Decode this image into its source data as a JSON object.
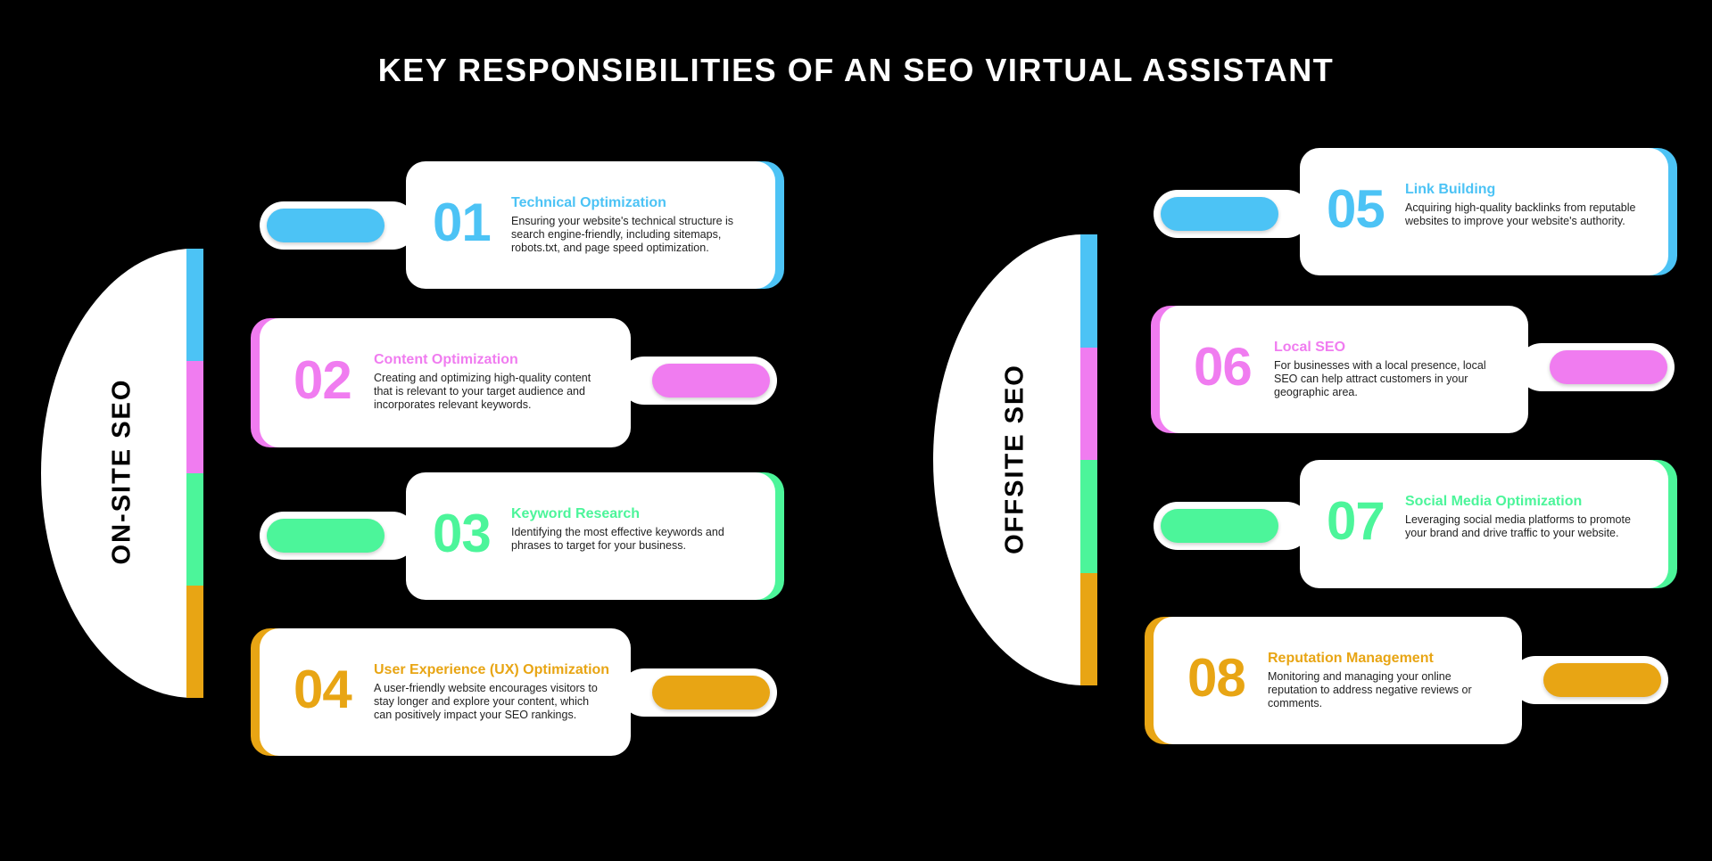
{
  "title": "KEY RESPONSIBILITIES OF AN SEO VIRTUAL ASSISTANT",
  "colors": {
    "blue": "#4cc3f5",
    "pink": "#f07cf0",
    "green": "#4cf59a",
    "orange": "#e8a514"
  },
  "groups": [
    {
      "label": "ON-SITE SEO"
    },
    {
      "label": "OFFSITE SEO"
    }
  ],
  "cards": [
    {
      "number": "01",
      "title": "Technical Optimization",
      "description": "Ensuring your website's technical structure is search engine-friendly, including sitemaps, robots.txt, and page speed optimization.",
      "color": "#4cc3f5"
    },
    {
      "number": "02",
      "title": "Content Optimization",
      "description": "Creating and optimizing high-quality content that is relevant to your target audience and incorporates relevant keywords.",
      "color": "#f07cf0"
    },
    {
      "number": "03",
      "title": "Keyword Research",
      "description": "Identifying the most effective keywords and phrases to target for your business.",
      "color": "#4cf59a"
    },
    {
      "number": "04",
      "title": "User Experience (UX) Optimization",
      "description": "A user-friendly website encourages visitors to stay longer and explore your content, which can positively impact your SEO rankings.",
      "color": "#e8a514"
    },
    {
      "number": "05",
      "title": "Link Building",
      "description": "Acquiring high-quality backlinks from reputable websites to improve your website's authority.",
      "color": "#4cc3f5"
    },
    {
      "number": "06",
      "title": "Local SEO",
      "description": "For businesses with a local presence, local SEO can help attract customers in your geographic area.",
      "color": "#f07cf0"
    },
    {
      "number": "07",
      "title": "Social Media Optimization",
      "description": "Leveraging social media platforms to promote your brand and drive traffic to your website.",
      "color": "#4cf59a"
    },
    {
      "number": "08",
      "title": "Reputation Management",
      "description": "Monitoring and managing your online reputation to address negative reviews or comments.",
      "color": "#e8a514"
    }
  ]
}
